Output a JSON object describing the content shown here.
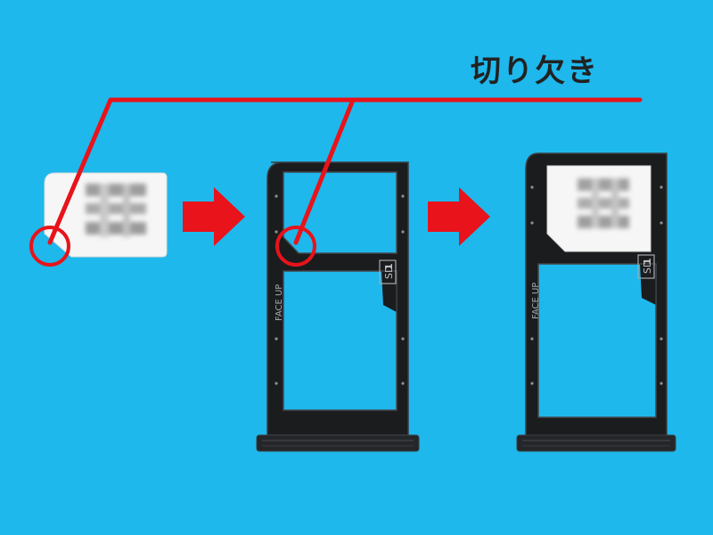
{
  "callout": {
    "label": "切り欠き"
  },
  "colors": {
    "background": "#1EB8EC",
    "callout_line": "#E8131B",
    "arrow": "#E8131B",
    "tray": "#1B1C1E",
    "sim_card": "#F5F5F5"
  },
  "tray_markings": {
    "face_up": "FACE UP",
    "sd": "SD",
    "slot_number": "1"
  }
}
